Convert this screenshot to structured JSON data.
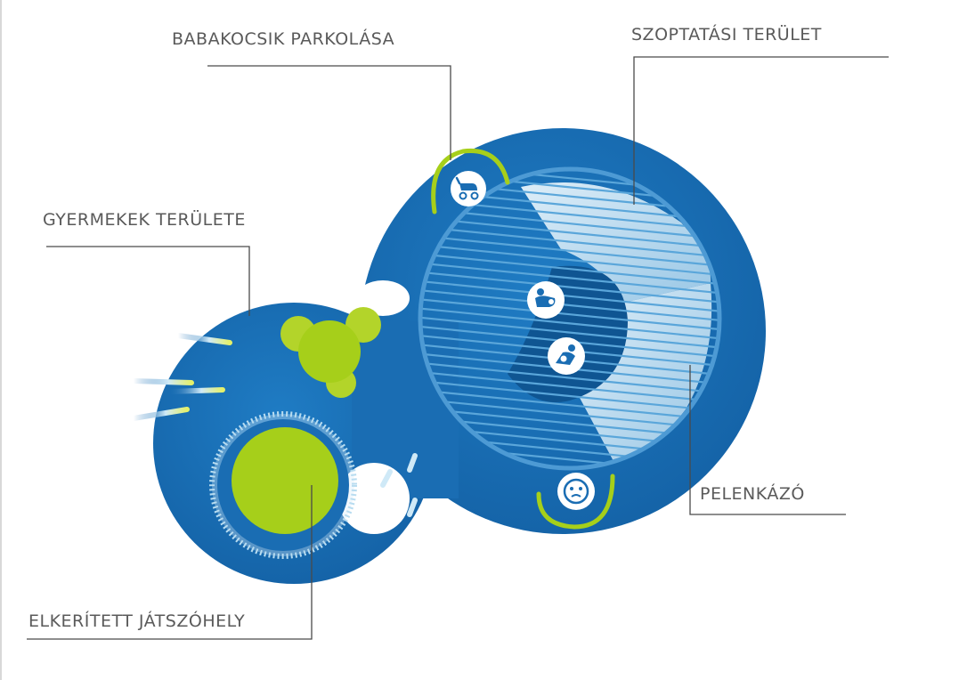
{
  "labels": {
    "stroller_parking": "BABAKOCSIK PARKOLÁSA",
    "nursing_area": "SZOPTATÁSI TERÜLET",
    "children_area": "GYERMEKEK TERÜLETE",
    "changing_table": "PELENKÁZÓ",
    "fenced_playground": "ELKERÍTETT JÁTSZÓHELY"
  },
  "colors": {
    "platform_blue": "#1a6db3",
    "platform_dark": "#0f5592",
    "accent_green": "#a6cf1a",
    "leader_line": "#4a4a4a",
    "text": "#5a5a5a"
  },
  "icons": [
    "stroller-icon",
    "nursing-icon",
    "changing-icon",
    "baby-face-icon"
  ]
}
